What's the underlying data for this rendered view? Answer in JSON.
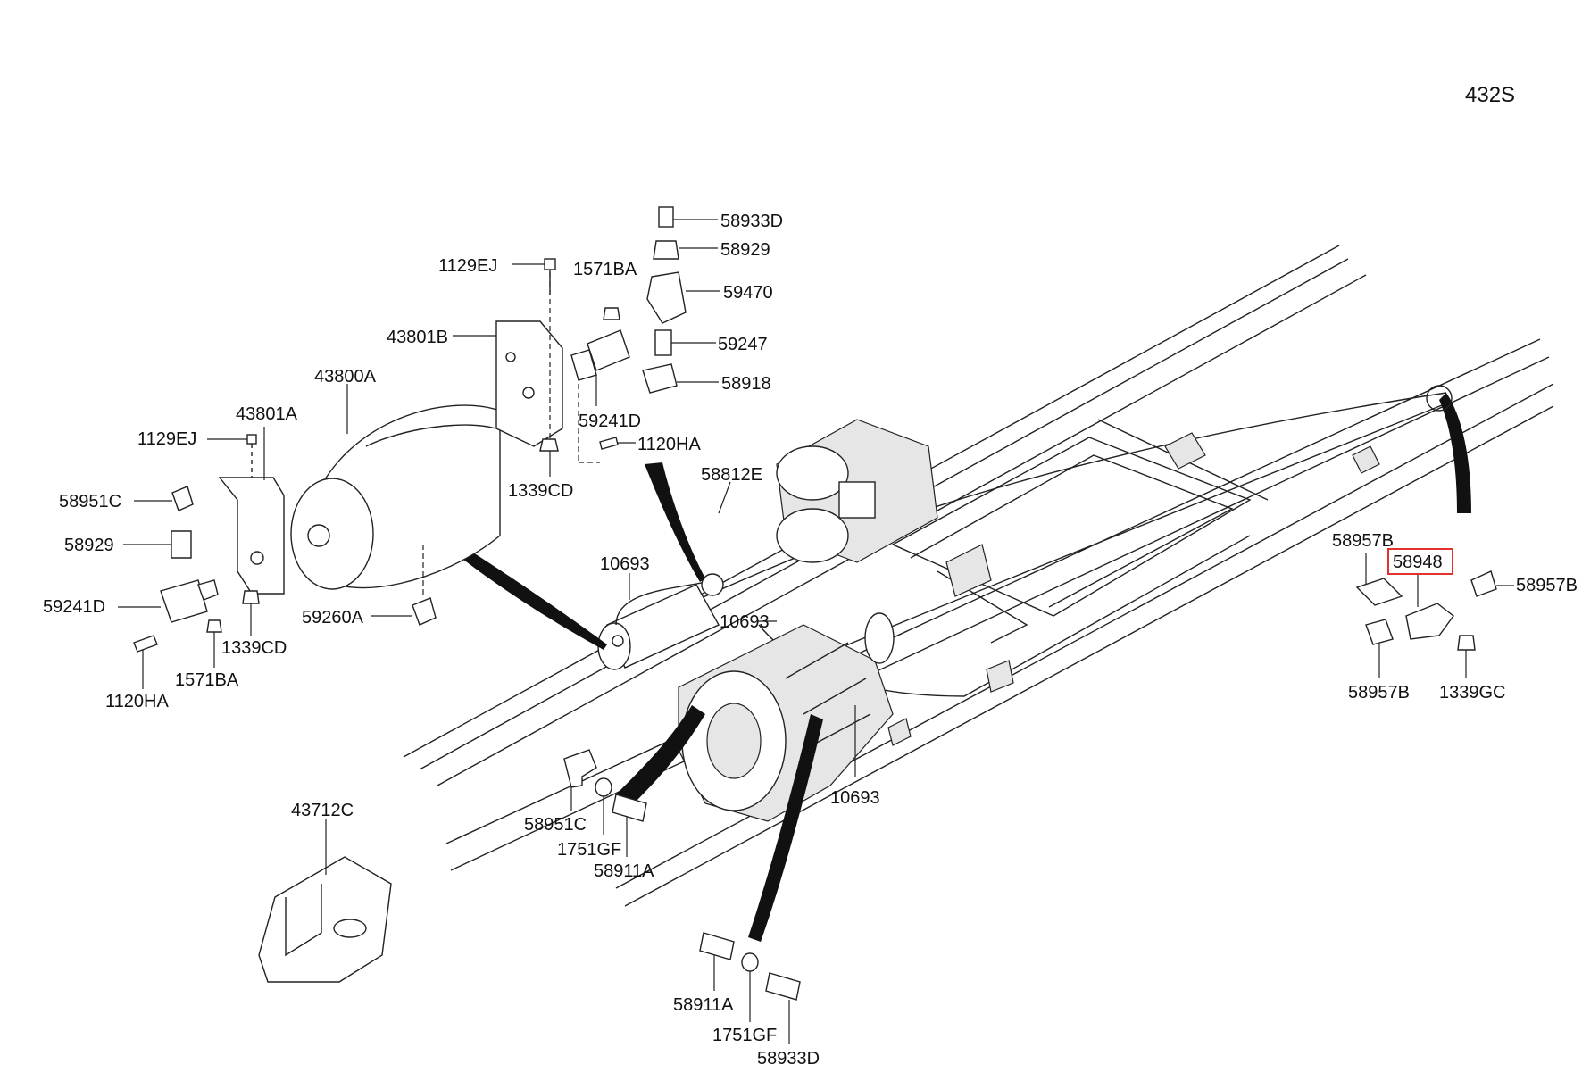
{
  "sheet_code": "432S",
  "highlight_color": "#e53030",
  "labels": {
    "p58933D_top": "58933D",
    "p58929_top": "58929",
    "p59470": "59470",
    "p59247": "59247",
    "p58918": "58918",
    "p1129EJ_top": "1129EJ",
    "p1571BA_top": "1571BA",
    "p43801B": "43801B",
    "p43800A": "43800A",
    "p59241D_top": "59241D",
    "p1120HA_top": "1120HA",
    "p1339CD_top": "1339CD",
    "p43801A": "43801A",
    "p1129EJ_left": "1129EJ",
    "p58951C_left": "58951C",
    "p58929_left": "58929",
    "p59241D_left": "59241D",
    "p1339CD_left": "1339CD",
    "p1571BA_left": "1571BA",
    "p1120HA_left": "1120HA",
    "p59260A": "59260A",
    "p58812E": "58812E",
    "p10693_a": "10693",
    "p10693_b": "10693",
    "p10693_c": "10693",
    "p43712C": "43712C",
    "p58951C_mid": "58951C",
    "p1751GF_mid": "1751GF",
    "p58911A_mid": "58911A",
    "p58911A_bot": "58911A",
    "p1751GF_bot": "1751GF",
    "p58933D_bot": "58933D",
    "p58957B_a": "58957B",
    "p58948": "58948",
    "p58957B_b": "58957B",
    "p58957B_c": "58957B",
    "p1339GC": "1339GC"
  }
}
